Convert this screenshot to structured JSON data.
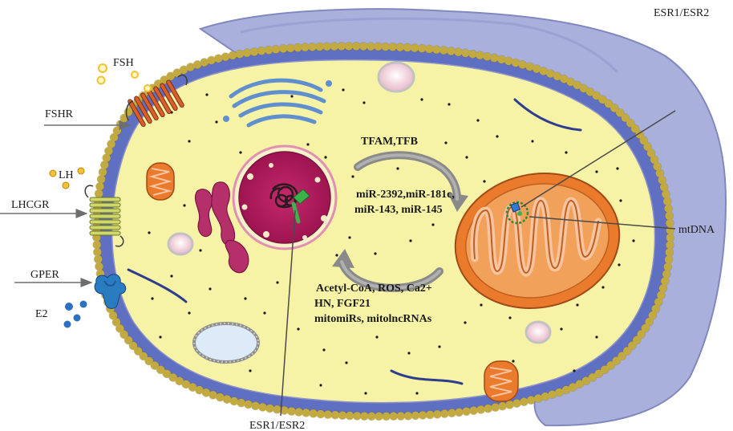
{
  "labels": {
    "fsh": "FSH",
    "fshr": "FSHR",
    "lh": "LH",
    "lhcgr": "LHCGR",
    "gper": "GPER",
    "e2": "E2",
    "esr_top": "ESR1/ESR2",
    "esr_bottom": "ESR1/ESR2",
    "mtdna": "mtDNA"
  },
  "pathways": {
    "nucleus_to_mito": [
      "TFAM,TFB",
      "miR-2392,miR-181c,",
      "miR-143, miR-145"
    ],
    "mito_to_nucleus": [
      "Acetyl-CoA, ROS, Ca2+",
      "HN, FGF21",
      "mitomiRs, mitolncRNAs"
    ]
  },
  "colors": {
    "cytoplasm": "#f7f3a6",
    "membrane_bead": "#f2d24a",
    "membrane_outline": "#5f6fc1",
    "neighbor_cell": "#aab0dc",
    "nucleus": "#b5185b",
    "mitochondrion_outer": "#ea7a2c",
    "mitochondrion_inner": "#f2a15b",
    "receptor_fshr": "#d65f2c",
    "receptor_lhcgr": "#cfd96a",
    "receptor_gper": "#2b7bc0",
    "hormone_fsh_lh": "#f6c233",
    "hormone_e2": "#2d6fc0",
    "er_blue": "#5f8fcf",
    "arrow": "#7b7b7b"
  }
}
